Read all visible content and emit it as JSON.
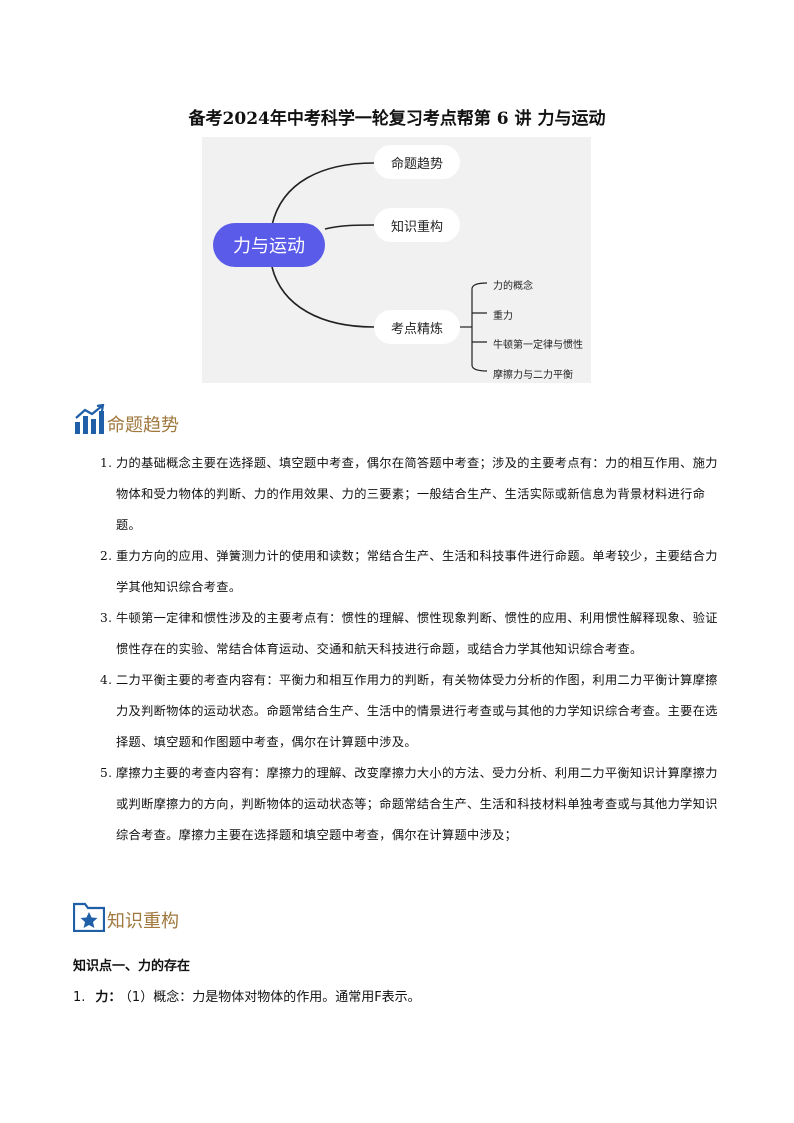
{
  "title": "备考2024年中考科学一轮复习考点帮第 6 讲  力与运动",
  "mindmap": {
    "root": "力与运动",
    "branches": [
      "命题趋势",
      "知识重构",
      "考点精炼"
    ],
    "sub_items": [
      "力的概念",
      "重力",
      "牛顿第一定律与惯性",
      "摩擦力与二力平衡"
    ]
  },
  "section1": {
    "title": "命题趋势",
    "icon": "bar-chart-icon"
  },
  "trends": [
    {
      "num": "1.",
      "text": "力的基础概念主要在选择题、填空题中考查，偶尔在简答题中考查；涉及的主要考点有：力的相互作用、施力物体和受力物体的判断、力的作用效果、力的三要素；一般结合生产、生活实际或新信息为背景材料进行命题。"
    },
    {
      "num": "2.",
      "text": "重力方向的应用、弹簧测力计的使用和读数；常结合生产、生活和科技事件进行命题。单考较少，主要结合力学其他知识综合考查。"
    },
    {
      "num": "3.",
      "text": "牛顿第一定律和惯性涉及的主要考点有：惯性的理解、惯性现象判断、惯性的应用、利用惯性解释现象、验证惯性存在的实验、常结合体育运动、交通和航天科技进行命题，或结合力学其他知识综合考查。"
    },
    {
      "num": "4.",
      "text": "二力平衡主要的考查内容有：平衡力和相互作用力的判断，有关物体受力分析的作图，利用二力平衡计算摩擦力及判断物体的运动状态。命题常结合生产、生活中的情景进行考查或与其他的力学知识综合考查。主要在选择题、填空题和作图题中考查，偶尔在计算题中涉及。"
    },
    {
      "num": "5.",
      "text": "摩擦力主要的考查内容有：摩擦力的理解、改变摩擦力大小的方法、受力分析、利用二力平衡知识计算摩擦力或判断摩擦力的方向，判断物体的运动状态等；命题常结合生产、生活和科技材料单独考查或与其他力学知识综合考查。摩擦力主要在选择题和填空题中考查，偶尔在计算题中涉及；"
    }
  ],
  "section2": {
    "title": "知识重构",
    "icon": "star-folder-icon"
  },
  "knowledge": {
    "heading": "知识点一、力的存在",
    "item_num": "1.",
    "item_label": "力：",
    "item_text": "（1）概念：力是物体对物体的作用。通常用F表示。"
  }
}
